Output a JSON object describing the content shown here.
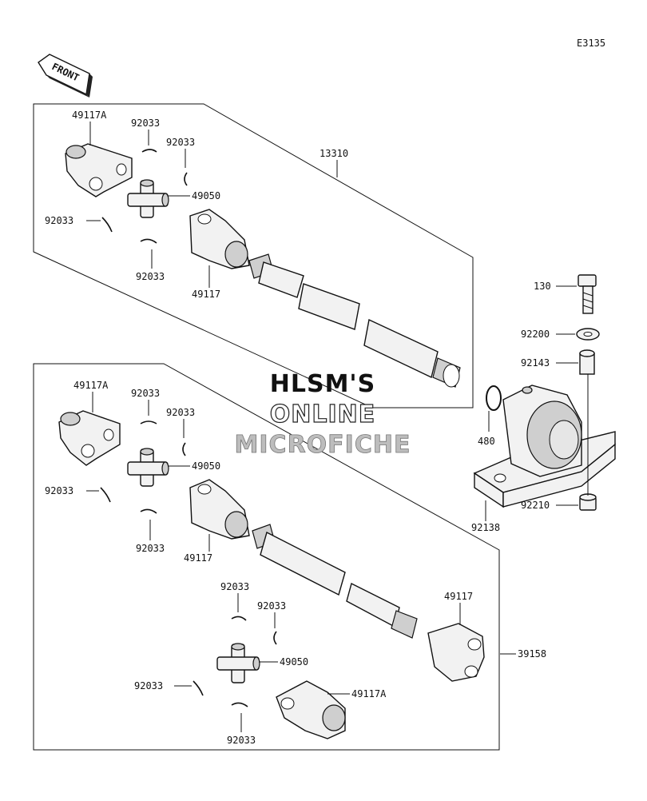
{
  "diagram_code": "E3135",
  "front_label": "FRONT",
  "watermark": {
    "line1": "HLSM'S",
    "line2": "ONLINE",
    "line3": "MICROFICHE"
  },
  "assemblies": {
    "upper_shaft": "13310",
    "lower_shaft": "39158"
  },
  "upper_group": {
    "yoke_a": "49117A",
    "clip_1": "92033",
    "clip_2": "92033",
    "clip_3": "92033",
    "clip_4": "92033",
    "cross": "49050",
    "yoke": "49117"
  },
  "lower_group": {
    "yoke_a": "49117A",
    "clip_1": "92033",
    "clip_2": "92033",
    "clip_3": "92033",
    "clip_4": "92033",
    "cross": "49050",
    "yoke": "49117"
  },
  "rear_group": {
    "clip_1": "92033",
    "clip_2": "92033",
    "clip_3": "92033",
    "clip_4": "92033",
    "cross": "49050",
    "yoke": "49117",
    "yoke_a": "49117A"
  },
  "bearing_group": {
    "bolt": "130",
    "washer": "92200",
    "collar": "92143",
    "circlip": "480",
    "housing": "92138",
    "nut": "92210"
  }
}
